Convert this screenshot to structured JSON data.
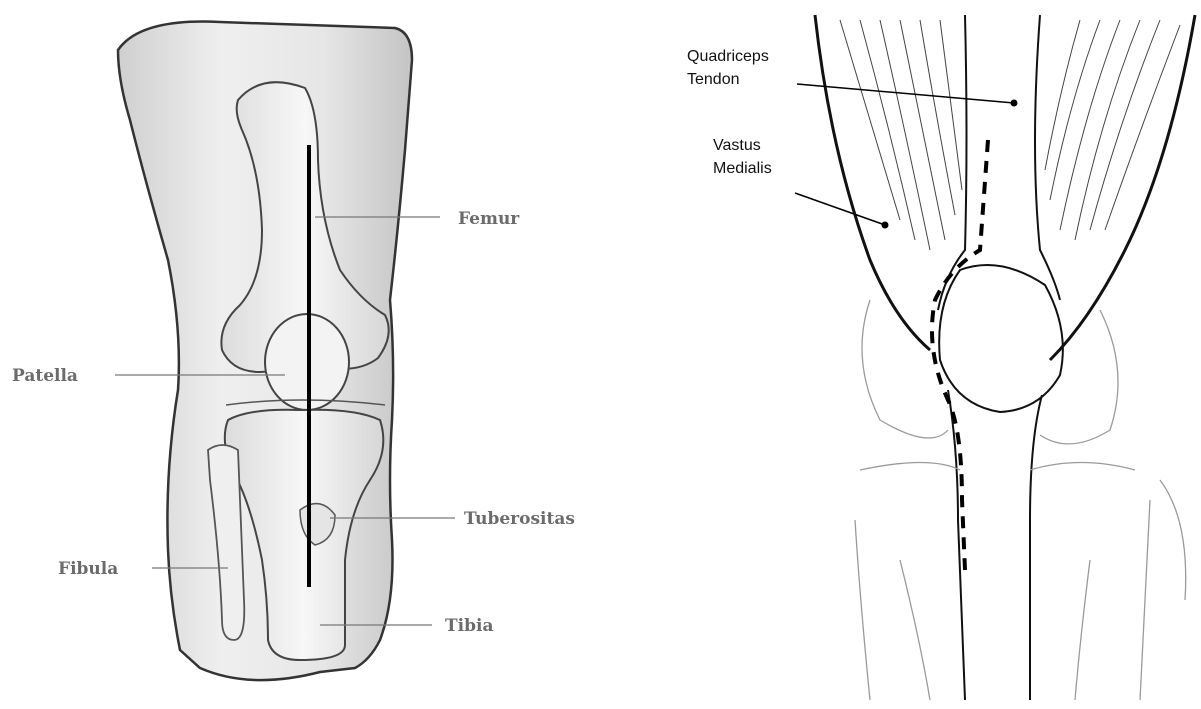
{
  "left_panel": {
    "labels": {
      "femur": "Femur",
      "patella": "Patella",
      "tuberositas": "Tuberositas",
      "fibula": "Fibula",
      "tibia": "Tibia"
    }
  },
  "right_panel": {
    "labels": {
      "quadriceps_line1": "Quadriceps",
      "quadriceps_line2": "Tendon",
      "vastus_line1": "Vastus",
      "vastus_line2": "Medialis"
    }
  },
  "colors": {
    "skin_fill": "#e9e9e9",
    "bone_fill": "#f1f1f1",
    "outline": "#333333",
    "label_grey": "#6b6b6b"
  }
}
